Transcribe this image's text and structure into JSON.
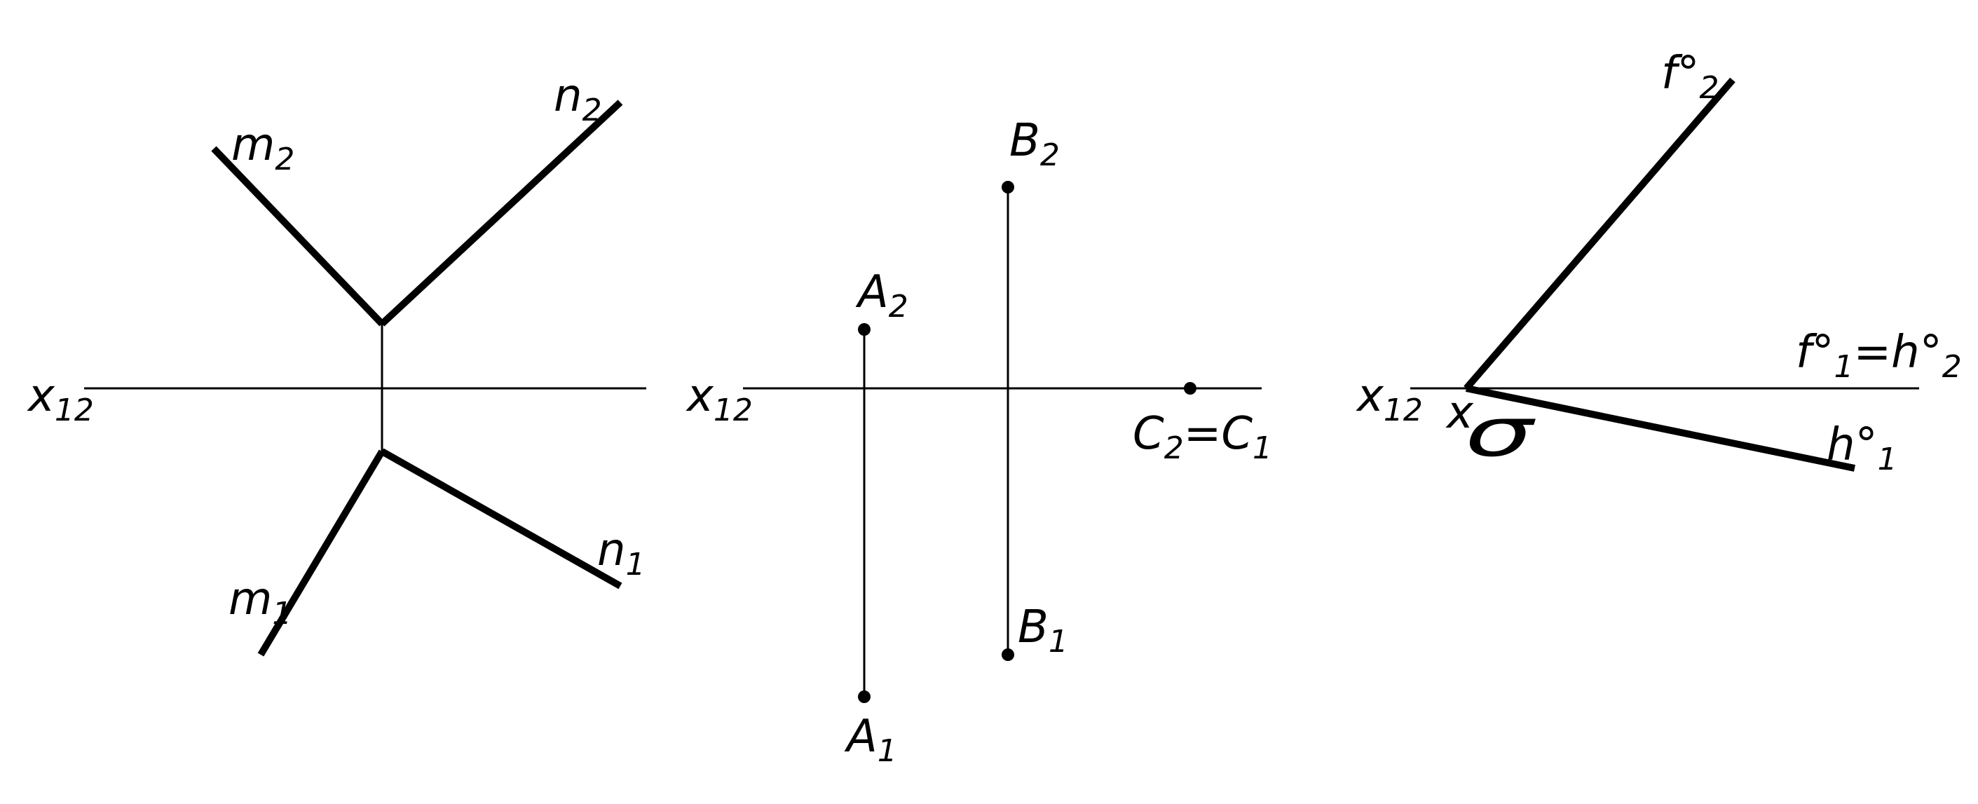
{
  "colors": {
    "ink": "#000000",
    "background": "#ffffff"
  },
  "fig1": {
    "axis": {
      "main": "x",
      "sub": "12"
    },
    "m2": {
      "main": "m",
      "sub": "2"
    },
    "n2": {
      "main": "n",
      "sub": "2"
    },
    "m1": {
      "main": "m",
      "sub": "1"
    },
    "n1": {
      "main": "n",
      "sub": "1"
    }
  },
  "fig2": {
    "axis": {
      "main": "x",
      "sub": "12"
    },
    "A2": {
      "main": "A",
      "sub": "2"
    },
    "A1": {
      "main": "A",
      "sub": "1"
    },
    "B2": {
      "main": "B",
      "sub": "2"
    },
    "B1": {
      "main": "B",
      "sub": "1"
    },
    "C": {
      "c2": "C",
      "c2_sub": "2",
      "eq": "=",
      "c1": "C",
      "c1_sub": "1"
    }
  },
  "fig3": {
    "axis": {
      "main": "x",
      "sub": "12"
    },
    "vertex": "x",
    "f2": {
      "main": "f°",
      "sub": "2"
    },
    "fh": {
      "f": "f°",
      "f_sub": "1",
      "eq": "=",
      "h": "h°",
      "h_sub": "2"
    },
    "h1": {
      "main": "h°",
      "sub": "1"
    },
    "plane": "σ"
  }
}
